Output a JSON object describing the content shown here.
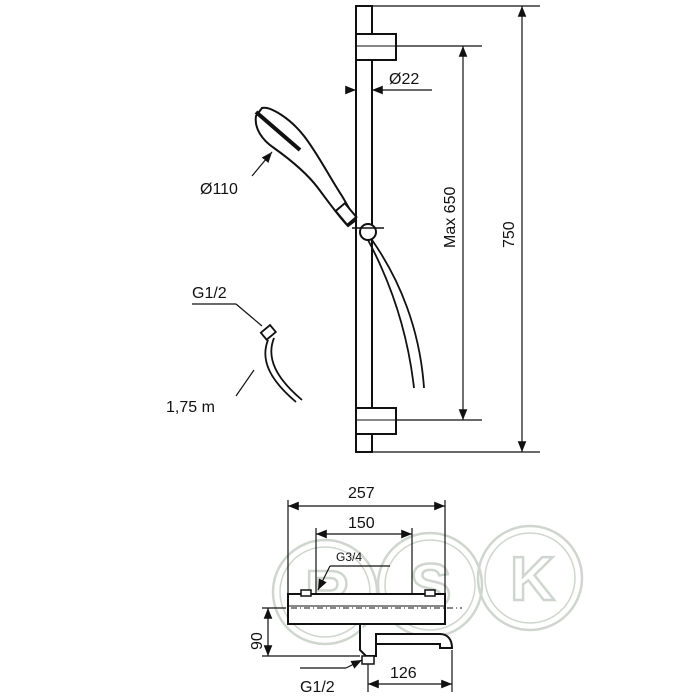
{
  "labels": {
    "bar_diameter": "Ø22",
    "handshower_diameter": "Ø110",
    "hose_thread": "G1/2",
    "hose_length": "1,75 m",
    "max_holder_distance": "Max 650",
    "bar_height": "750",
    "mixer_width": "257",
    "connection_distance": "150",
    "inlet_thread": "G3/4",
    "mixer_height": "90",
    "outlet_thread": "G1/2",
    "spout_length": "126"
  },
  "watermark": {
    "letters": [
      "R",
      "S",
      "K"
    ],
    "color": "#cfd6cf"
  },
  "colors": {
    "line": "#111111"
  }
}
